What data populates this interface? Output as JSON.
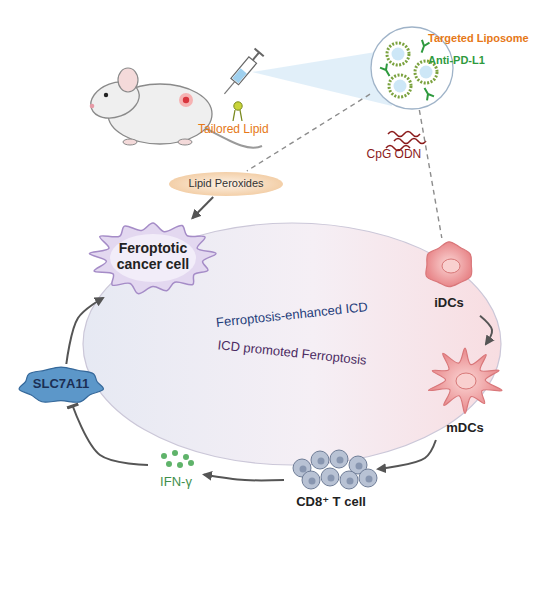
{
  "diagram": {
    "nodes": [
      {
        "text": [
          "Targeted Liposome",
          "Anti-PD-L1"
        ]
      },
      {
        "text": [
          "Lipid Peroxides"
        ]
      },
      {
        "text": [
          "Ferroptosis-enhanced ICD",
          "ICD promoted Ferroptosis"
        ]
      },
      {
        "text": [
          "Feroptotic cancer cell"
        ]
      },
      {
        "text": [
          "iDCs"
        ]
      },
      {
        "text": [
          "mDCs"
        ]
      },
      {
        "text": [
          "CD8⁺ T cell"
        ]
      },
      {
        "text": [
          "IFN-γ"
        ]
      },
      {
        "text": [
          "SLC7A11"
        ]
      }
    ],
    "edges": [
      {
        "from": 0,
        "to": 1,
        "arrow": "none"
      },
      {
        "from": 1,
        "to": 3,
        "arrow": "to"
      },
      {
        "from": 0,
        "to": 4,
        "label": "CpG ODN",
        "arrow": "none"
      },
      {
        "from": 4,
        "to": 5,
        "arrow": "to"
      },
      {
        "from": 5,
        "to": 6,
        "arrow": "to"
      },
      {
        "from": 6,
        "to": 7,
        "arrow": "to"
      },
      {
        "from": 7,
        "to": 8,
        "arrow": "to"
      },
      {
        "from": 8,
        "to": 3,
        "arrow": "to"
      }
    ],
    "labels": [
      "Tailored Lipid"
    ]
  }
}
